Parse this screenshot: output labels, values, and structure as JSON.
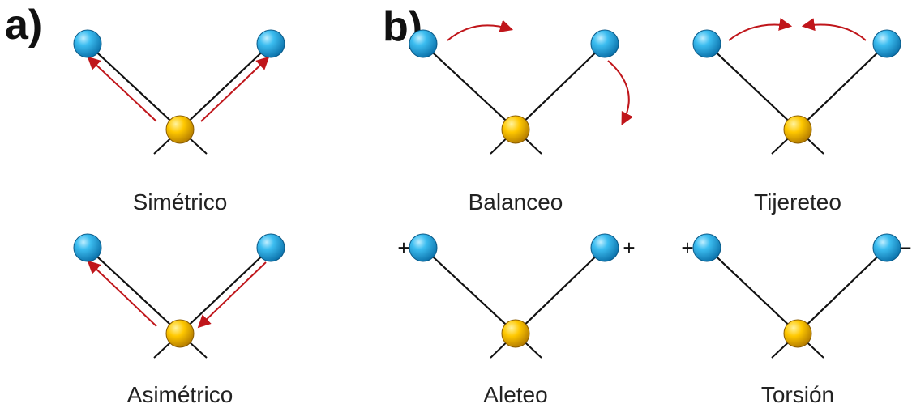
{
  "colors": {
    "hydrogen": "#27a6e0",
    "central_atom": "#f5b800",
    "bond": "#111111",
    "motion_arrow": "#c0161b"
  },
  "panels": {
    "a_label": "a)",
    "b_label": "b)"
  },
  "modes": [
    {
      "id": "simetrico",
      "label": "Simétrico",
      "arrows": "outward"
    },
    {
      "id": "asimetrico",
      "label": "Asimétrico",
      "arrows": "in-out"
    },
    {
      "id": "balanceo",
      "label": "Balanceo",
      "arrows": "rock"
    },
    {
      "id": "tijereteo",
      "label": "Tijereteo",
      "arrows": "scissor"
    },
    {
      "id": "aleteo",
      "label": "Aleteo",
      "signs": [
        "+",
        "+"
      ]
    },
    {
      "id": "torsion",
      "label": "Torsión",
      "signs": [
        "+",
        "−"
      ]
    }
  ]
}
